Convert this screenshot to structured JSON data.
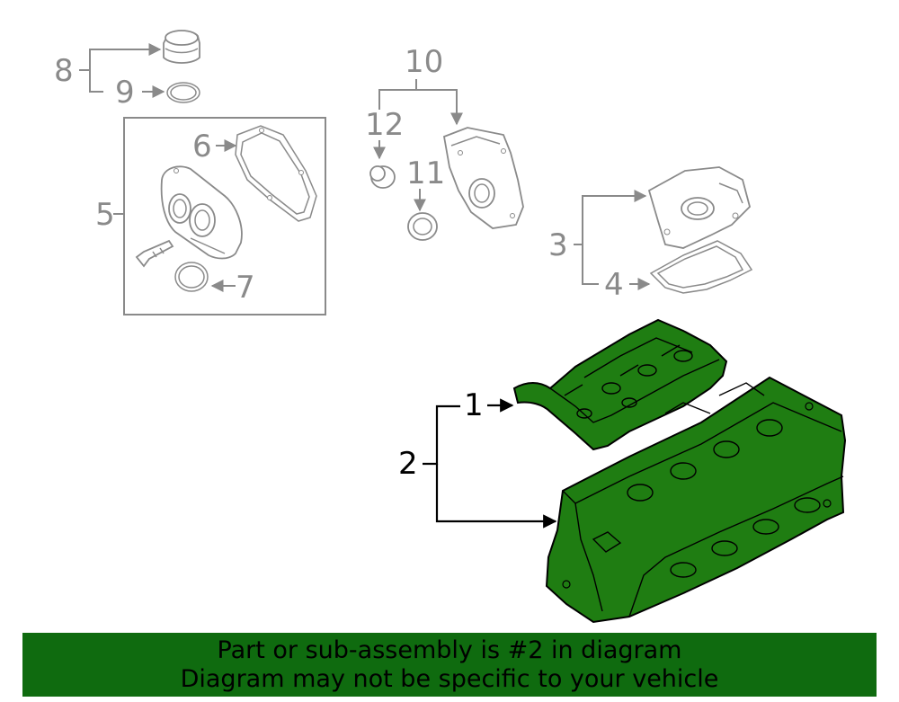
{
  "diagram": {
    "callouts": {
      "c1": "1",
      "c2": "2",
      "c3": "3",
      "c4": "4",
      "c5": "5",
      "c6": "6",
      "c7": "7",
      "c8": "8",
      "c9": "9",
      "c10": "10",
      "c11": "11",
      "c12": "12"
    },
    "highlight_color": "#1f7d12",
    "line_color": "#8a8a8a"
  },
  "banner": {
    "line1": "Part or sub-assembly is #2 in diagram",
    "line2": "Diagram may not be specific to your vehicle",
    "background": "#0f6b0f"
  }
}
